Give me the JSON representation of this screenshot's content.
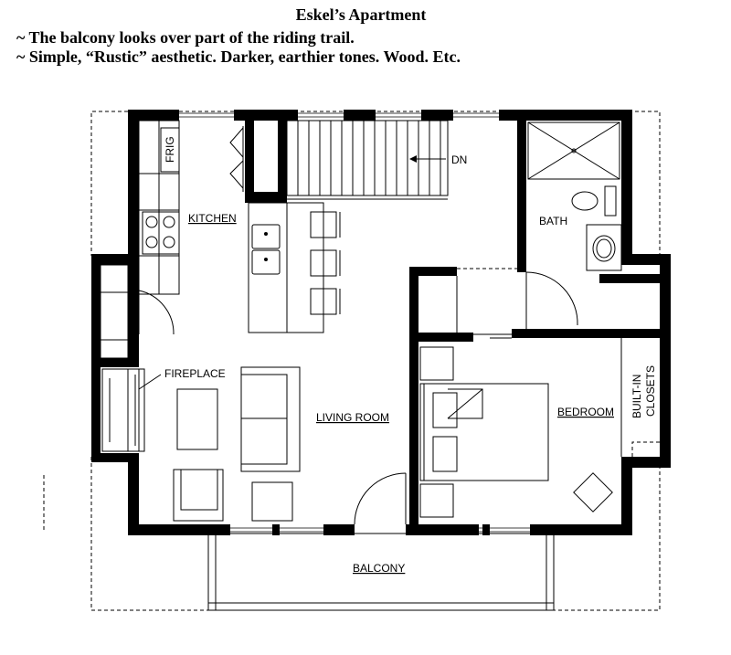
{
  "notes": {
    "title": "Eskel’s Apartment",
    "line1": "~ The balcony looks over part of the riding trail.",
    "line2": "~ Simple, “Rustic” aesthetic. Darker, earthier tones. Wood. Etc."
  },
  "plan": {
    "frig": "FRIG",
    "kitchen": "KITCHEN",
    "stairs_dn": "DN",
    "bath": "BATH",
    "fireplace": "FIREPLACE",
    "living_room": "LIVING ROOM",
    "bedroom": "BEDROOM",
    "closets_line1": "BUILT-IN",
    "closets_line2": "CLOSETS",
    "balcony": "BALCONY"
  }
}
